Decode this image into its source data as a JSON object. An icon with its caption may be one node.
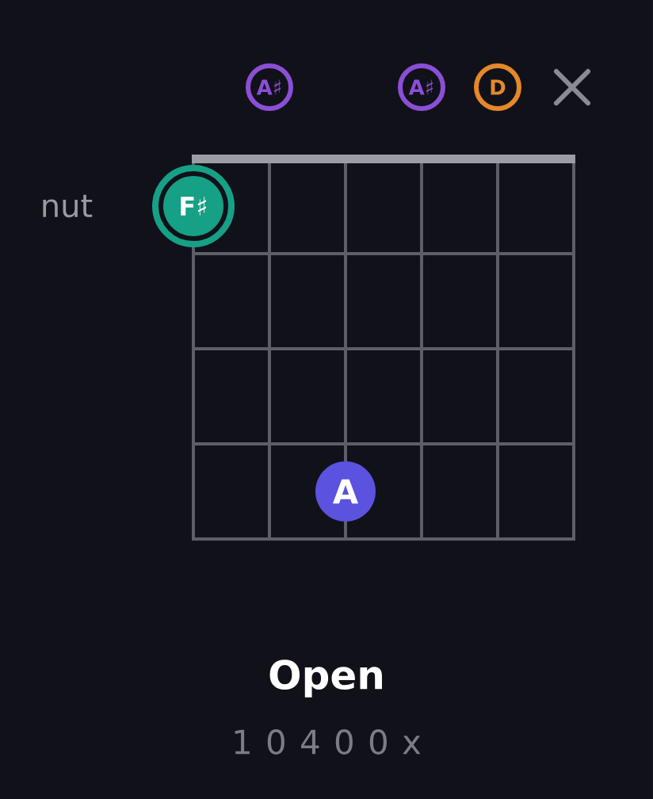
{
  "diagram": {
    "title": "Open",
    "caption": "1 0 4 0 0 x",
    "nodes": [
      {
        "text": [
          "A♯"
        ]
      },
      {
        "text": [
          "A♯"
        ]
      },
      {
        "text": [
          "D"
        ]
      },
      {
        "text": [
          "F♯"
        ]
      },
      {
        "text": [
          "A"
        ]
      }
    ],
    "labels": [
      "nut"
    ]
  }
}
